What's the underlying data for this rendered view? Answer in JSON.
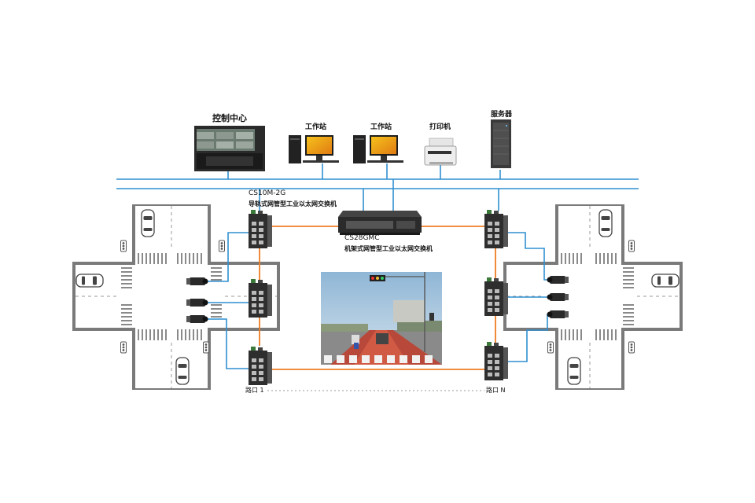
{
  "labels": {
    "control_center": "控制中心",
    "workstation_1": "工作站",
    "workstation_2": "工作站",
    "printer": "打印机",
    "server": "服务器",
    "switch_cs10_model": "CS10M-2G",
    "switch_cs10_desc": "导轨式网管型工业以太网交换机",
    "switch_cs28_model": "CS28GMC",
    "switch_cs28_desc": "机架式网管型工业以太网交换机",
    "junction_1": "路口 1",
    "junction_n": "路口 N"
  },
  "colors": {
    "backbone_blue": "#2f8fd0",
    "ring_orange": "#ee7d24",
    "road": "#707070",
    "lane_mark": "#ffffff",
    "device_dark": "#2b2b2b"
  },
  "icons": {
    "video_wall": "video-wall-icon",
    "workstation": "workstation-computer-icon",
    "printer": "printer-icon",
    "server": "server-rack-icon",
    "din_switch": "din-rail-switch-icon",
    "rack_switch": "rack-switch-icon",
    "camera": "bullet-camera-icon",
    "car": "car-icon",
    "traffic_light": "traffic-light-icon",
    "photo": "traffic-intersection-photo"
  }
}
